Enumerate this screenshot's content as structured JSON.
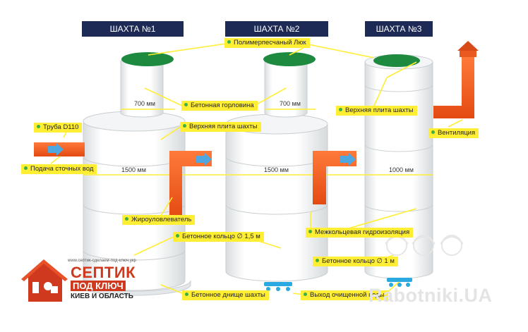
{
  "headers": [
    "ШАХТА №1",
    "ШАХТА №2",
    "ШАХТА №3"
  ],
  "labels": {
    "hatch": "Полимерпесчаный Люк",
    "neck": "Бетонная горловина",
    "top_plate_1": "Верхняя плита шахты",
    "top_plate_3": "Верхняя плита шахты",
    "pipe": "Труба D110",
    "sewage_inflow": "Подача сточных вод",
    "grease_trap": "Жироуловлеватель",
    "ring_1_5": "Бетонное кольцо ∅ 1,5 м",
    "bottom": "Бетонное днище шахты",
    "ventilation": "Вентиляция",
    "waterproofing": "Межкольцевая гидроизоляция",
    "ring_1": "Бетонное кольцо ∅ 1 м",
    "clean_water_outlet": "Выход очищенной воды"
  },
  "dimensions": {
    "neck_1": "700 мм",
    "neck_2": "700 мм",
    "ring_1": "1500 мм",
    "ring_2": "1500 мм",
    "ring_3": "1000 мм"
  },
  "logo": {
    "url": "www.септик-сделаем-под-ключ.укр",
    "line1": "СЕПТИК",
    "line2": "ПОД КЛЮЧ",
    "line3": "КИЕВ И ОБЛАСТЬ"
  },
  "watermark": "Rabotniki.UA",
  "colors": {
    "header_bg": "#1c2a55",
    "label_bg": "#ffee33",
    "pipe_orange": "#f25a1e",
    "hatch_green": "#1d8a3f",
    "flow_arrow": "#4ea7e0"
  }
}
